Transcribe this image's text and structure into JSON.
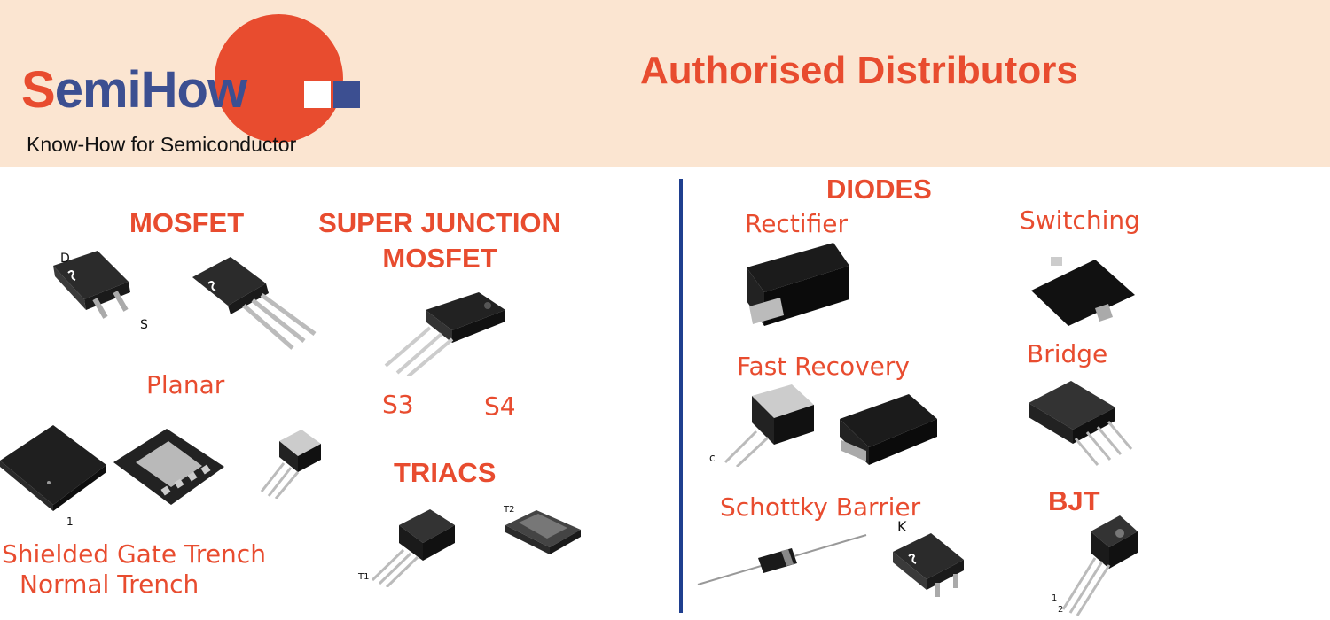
{
  "header": {
    "logo_letter": "S",
    "logo_rest": "emiHow",
    "tagline": "Know-How for Semiconductor",
    "title": "Authorised Distributors"
  },
  "left": {
    "mosfet_heading": "MOSFET",
    "sj_heading_line1": "SUPER JUNCTION",
    "sj_heading_line2": "MOSFET",
    "planar_label": "Planar",
    "s3_label": "S3",
    "s4_label": "S4",
    "triacs_heading": "TRIACS",
    "shielded_label": "Shielded Gate Trench",
    "normal_label": "Normal Trench",
    "pin_d": "D",
    "pin_s": "S",
    "pin_1": "1",
    "pin_t1": "T1",
    "pin_t2": "T2"
  },
  "right": {
    "diodes_heading": "DIODES",
    "rectifier_label": "Rectifier",
    "switching_label": "Switching",
    "fast_recovery_label": "Fast Recovery",
    "bridge_label": "Bridge",
    "schottky_label": "Schottky Barrier",
    "bjt_heading": "BJT",
    "pin_k": "K",
    "pin_c": "c",
    "pin_1": "1",
    "pin_2": "2"
  },
  "colors": {
    "accent": "#e84c2f",
    "brand_blue": "#3c4f91",
    "header_bg": "#fbe5d1",
    "divider": "#1f3f8f"
  }
}
